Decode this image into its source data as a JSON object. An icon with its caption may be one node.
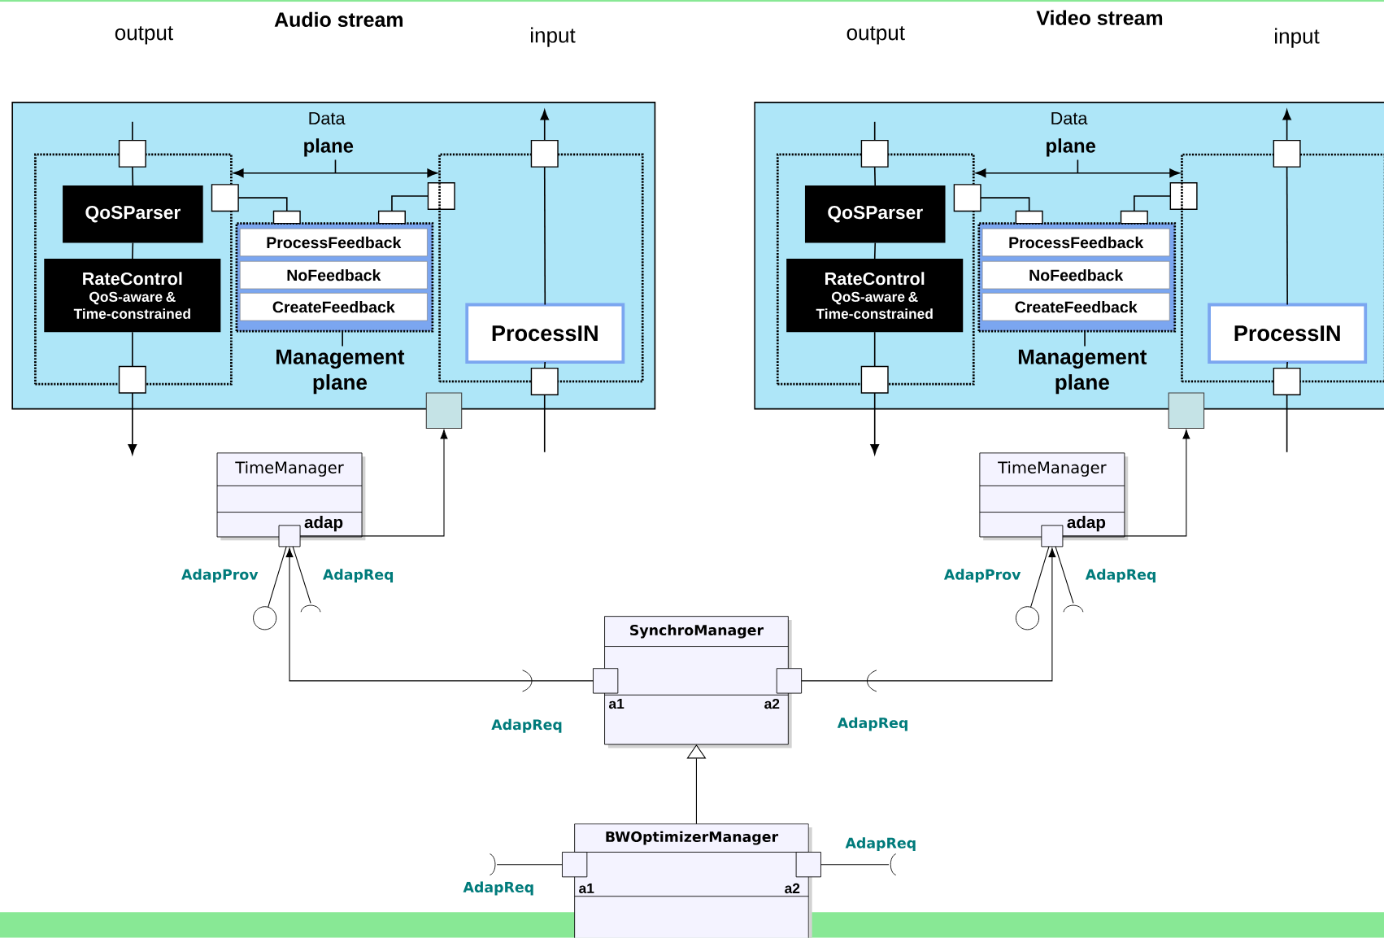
{
  "diagram": {
    "nodes": [
      {
        "text": [
          "Data",
          "plane"
        ]
      },
      {
        "text": [],
        "shape": "box",
        "in": 0
      },
      {
        "text": [],
        "shape": "box",
        "in": 0
      },
      {
        "text": [
          "QoSParser"
        ],
        "in": 1
      },
      {
        "text": [
          "RateControl",
          "QoS-aware & Time-constrained"
        ],
        "in": 1
      },
      {
        "text": [],
        "shape": "box",
        "in": 0
      },
      {
        "text": [],
        "shape": "box",
        "in": 0
      },
      {
        "text": [],
        "shape": "box",
        "in": 0
      },
      {
        "text": [
          "Management plane"
        ],
        "in": 0
      },
      {
        "text": [],
        "shape": "box",
        "in": 0
      },
      {
        "text": [],
        "shape": "box",
        "in": 0
      },
      {
        "text": [
          "ProcessFeedback"
        ],
        "in": 8
      },
      {
        "text": [
          "NoFeedback"
        ],
        "in": 8
      },
      {
        "text": [
          "CreateFeedback"
        ],
        "in": 8
      },
      {
        "text": [],
        "shape": "box",
        "in": 0
      },
      {
        "text": [],
        "shape": "box",
        "in": 0
      },
      {
        "text": [
          "ProcessIN"
        ],
        "in": 14
      },
      {
        "text": [],
        "shape": "box",
        "in": 0
      },
      {
        "text": [],
        "shape": "box"
      },
      {
        "text": [
          "TimeManager",
          "adap"
        ]
      },
      {
        "text": [],
        "shape": "box"
      },
      {
        "text": [],
        "shape": "circle"
      },
      {
        "text": [
          "Data",
          "plane"
        ]
      },
      {
        "text": [],
        "shape": "box",
        "in": 22
      },
      {
        "text": [],
        "shape": "box",
        "in": 22
      },
      {
        "text": [
          "QoSParser"
        ],
        "in": 23
      },
      {
        "text": [
          "RateControl",
          "QoS-aware & Time-constrained"
        ],
        "in": 23
      },
      {
        "text": [],
        "shape": "box",
        "in": 22
      },
      {
        "text": [],
        "shape": "box",
        "in": 22
      },
      {
        "text": [],
        "shape": "box",
        "in": 22
      },
      {
        "text": [
          "Management plane"
        ],
        "in": 22
      },
      {
        "text": [],
        "shape": "box",
        "in": 22
      },
      {
        "text": [],
        "shape": "box",
        "in": 22
      },
      {
        "text": [
          "ProcessFeedback"
        ],
        "in": 30
      },
      {
        "text": [
          "NoFeedback"
        ],
        "in": 30
      },
      {
        "text": [
          "CreateFeedback"
        ],
        "in": 30
      },
      {
        "text": [],
        "shape": "box",
        "in": 22
      },
      {
        "text": [],
        "shape": "box",
        "in": 22
      },
      {
        "text": [
          "ProcessIN"
        ],
        "in": 36
      },
      {
        "text": [],
        "shape": "box",
        "in": 22
      },
      {
        "text": [],
        "shape": "box"
      },
      {
        "text": [
          "TimeManager",
          "adap"
        ]
      },
      {
        "text": [],
        "shape": "box"
      },
      {
        "text": [],
        "shape": "circle"
      },
      {
        "text": [
          "SynchroManager",
          "a1",
          "a2"
        ]
      },
      {
        "text": [],
        "shape": "box"
      },
      {
        "text": [],
        "shape": "box"
      },
      {
        "text": [
          "BWOptimizerManager",
          "a1",
          "a2"
        ]
      },
      {
        "text": [],
        "shape": "box"
      },
      {
        "text": [],
        "shape": "box"
      },
      {
        "text": [],
        "shape": "arc"
      },
      {
        "text": [],
        "shape": "arc"
      },
      {
        "text": [],
        "shape": "arc"
      },
      {
        "text": [],
        "shape": "arc"
      }
    ],
    "edges": [
      {
        "from": null,
        "to": 2,
        "arrow": "none"
      },
      {
        "from": 2,
        "to": 3,
        "arrow": "none"
      },
      {
        "from": 3,
        "to": 4,
        "arrow": "none"
      },
      {
        "from": 4,
        "to": 5,
        "arrow": "none"
      },
      {
        "from": 5,
        "to": null,
        "arrow": "to"
      },
      {
        "from": 1,
        "to": 14,
        "arrow": "both"
      },
      {
        "from": 6,
        "to": 9,
        "arrow": "none"
      },
      {
        "from": 7,
        "to": 10,
        "arrow": "none"
      },
      {
        "from": null,
        "to": 17,
        "arrow": "none"
      },
      {
        "from": 17,
        "to": 16,
        "arrow": "none"
      },
      {
        "from": 16,
        "to": 15,
        "arrow": "none"
      },
      {
        "from": 15,
        "to": null,
        "arrow": "to"
      },
      {
        "from": 20,
        "to": 18,
        "arrow": "to"
      },
      {
        "from": 20,
        "to": 21,
        "arrow": "none"
      },
      {
        "from": 20,
        "to": 50,
        "arrow": "none"
      },
      {
        "from": null,
        "to": 24,
        "arrow": "none"
      },
      {
        "from": 24,
        "to": 25,
        "arrow": "none"
      },
      {
        "from": 25,
        "to": 26,
        "arrow": "none"
      },
      {
        "from": 26,
        "to": 27,
        "arrow": "none"
      },
      {
        "from": 27,
        "to": null,
        "arrow": "to"
      },
      {
        "from": 23,
        "to": 36,
        "arrow": "both"
      },
      {
        "from": 28,
        "to": 31,
        "arrow": "none"
      },
      {
        "from": 29,
        "to": 32,
        "arrow": "none"
      },
      {
        "from": null,
        "to": 39,
        "arrow": "none"
      },
      {
        "from": 39,
        "to": 38,
        "arrow": "none"
      },
      {
        "from": 38,
        "to": 37,
        "arrow": "none"
      },
      {
        "from": 37,
        "to": null,
        "arrow": "to"
      },
      {
        "from": 42,
        "to": 40,
        "arrow": "to"
      },
      {
        "from": 42,
        "to": 43,
        "arrow": "none"
      },
      {
        "from": 42,
        "to": 51,
        "arrow": "none"
      },
      {
        "from": 45,
        "to": 20,
        "arrow": "to"
      },
      {
        "from": 46,
        "to": 42,
        "arrow": "to"
      },
      {
        "from": 47,
        "to": 44,
        "arrow": "to"
      },
      {
        "from": 48,
        "to": 52,
        "arrow": "none"
      },
      {
        "from": 49,
        "to": 53,
        "arrow": "none"
      }
    ],
    "labels": [
      "output",
      "Audio stream",
      "input",
      "output",
      "Video stream",
      "input",
      "AdapProv",
      "AdapReq",
      "AdapProv",
      "AdapReq",
      "AdapReq",
      "AdapReq",
      "AdapReq",
      "AdapReq"
    ]
  }
}
